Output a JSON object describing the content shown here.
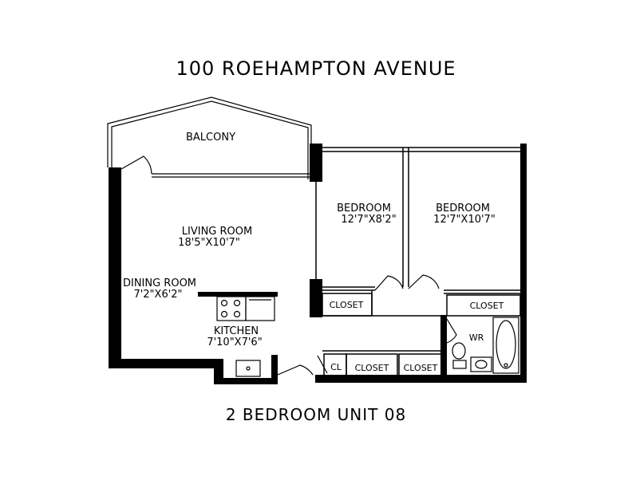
{
  "title": "100 ROEHAMPTON AVENUE",
  "subtitle": "2 BEDROOM UNIT 08",
  "rooms": {
    "balcony": {
      "name": "BALCONY"
    },
    "living": {
      "name": "LIVING ROOM",
      "size": "18'5\"X10'7\""
    },
    "dining": {
      "name": "DINING ROOM",
      "size": "7'2\"X6'2\""
    },
    "kitchen": {
      "name": "KITCHEN",
      "size": "7'10\"X7'6\""
    },
    "bedroom1": {
      "name": "BEDROOM",
      "size": "12'7\"X8'2\""
    },
    "bedroom2": {
      "name": "BEDROOM",
      "size": "12'7\"X10'7\""
    },
    "washroom": {
      "name": "WR"
    }
  },
  "closets": {
    "bedroom1": "CLOSET",
    "bedroom2": "CLOSET",
    "linen": "CL",
    "hall1": "CLOSET",
    "hall2": "CLOSET"
  }
}
